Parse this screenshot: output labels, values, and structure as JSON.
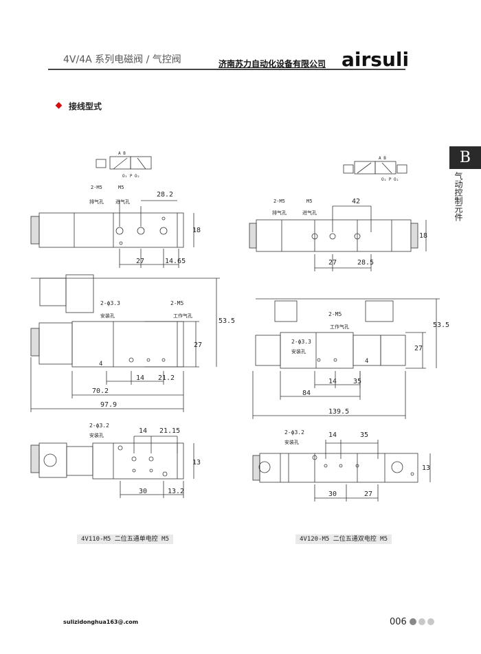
{
  "header": {
    "title": "4V/4A 系列电磁阀 / 气控阀",
    "company": "济南苏力自动化设备有限公司",
    "brand": "airsuli"
  },
  "section": {
    "title": "接线型式"
  },
  "side_tab": {
    "letter": "B",
    "label": "气动控制元件"
  },
  "symbol": {
    "ports_top": "A  B",
    "ports_bottom": "O₁ P O₂"
  },
  "left_drawing": {
    "caption": "4V110-M5 二位五通单电控 M5",
    "top_view": {
      "label_m5_count": "2-M5",
      "label_m5": "M5",
      "label_exhaust": "排气孔",
      "label_inlet": "进气孔",
      "dim_28_2": "28.2",
      "dim_18": "18",
      "dim_27": "27",
      "dim_14_65": "14.65"
    },
    "front_view": {
      "label_hole": "2-ϕ3.3",
      "label_mount": "安装孔",
      "label_m5_count": "2-M5",
      "label_work": "工作气孔",
      "dim_53_5": "53.5",
      "dim_27": "27",
      "dim_4": "4",
      "dim_14": "14",
      "dim_21_2": "21.2",
      "dim_70_2": "70.2",
      "dim_97_9": "97.9"
    },
    "bottom_view": {
      "label_hole": "2-ϕ3.2",
      "label_mount": "安装孔",
      "dim_14": "14",
      "dim_21_15": "21.15",
      "dim_13": "13",
      "dim_30": "30",
      "dim_13_2": "13.2"
    }
  },
  "right_drawing": {
    "caption": "4V120-M5 二位五通双电控 M5",
    "top_view": {
      "label_m5_count": "2-M5",
      "label_m5": "M5",
      "label_exhaust": "排气孔",
      "label_inlet": "进气孔",
      "dim_42": "42",
      "dim_18": "18",
      "dim_27": "27",
      "dim_28_5": "28.5"
    },
    "front_view": {
      "label_m5_count": "2-M5",
      "label_work": "工作气孔",
      "label_hole": "2-ϕ3.3",
      "label_mount": "安装孔",
      "dim_53_5": "53.5",
      "dim_27": "27",
      "dim_4": "4",
      "dim_14": "14",
      "dim_35": "35",
      "dim_84": "84",
      "dim_139_5": "139.5"
    },
    "bottom_view": {
      "label_hole": "2-ϕ3.2",
      "label_mount": "安装孔",
      "dim_14": "14",
      "dim_35": "35",
      "dim_13": "13",
      "dim_30": "30",
      "dim_27": "27"
    }
  },
  "footer": {
    "email": "sulizidonghua163@.com",
    "page": "006"
  }
}
